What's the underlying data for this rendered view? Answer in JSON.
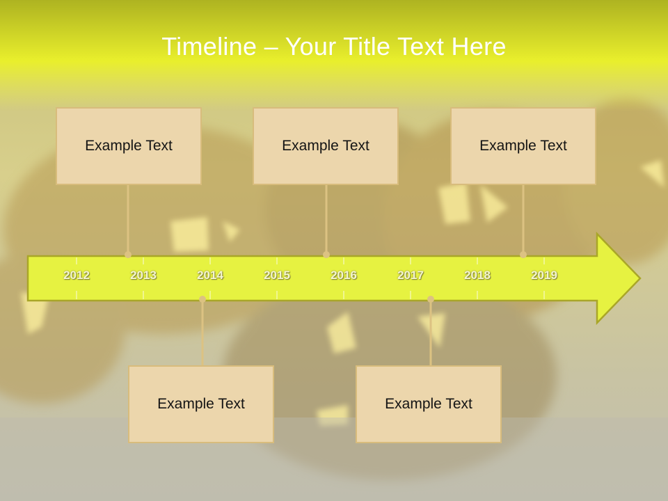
{
  "slide": {
    "title": "Timeline – Your Title Text Here"
  },
  "timeline": {
    "years": [
      "2012",
      "2013",
      "2014",
      "2015",
      "2016",
      "2017",
      "2018",
      "2019"
    ],
    "events": [
      {
        "text": "Example Text",
        "position": "above"
      },
      {
        "text": "Example Text",
        "position": "below"
      },
      {
        "text": "Example Text",
        "position": "above"
      },
      {
        "text": "Example Text",
        "position": "below"
      },
      {
        "text": "Example Text",
        "position": "above"
      }
    ]
  },
  "colors": {
    "header": "#e9ef2c",
    "arrow_fill": "#e6f241",
    "arrow_stroke": "#a9a628",
    "box_fill": "#ecd6ac",
    "box_border": "#d8bc7c",
    "connector": "#dcc282"
  }
}
